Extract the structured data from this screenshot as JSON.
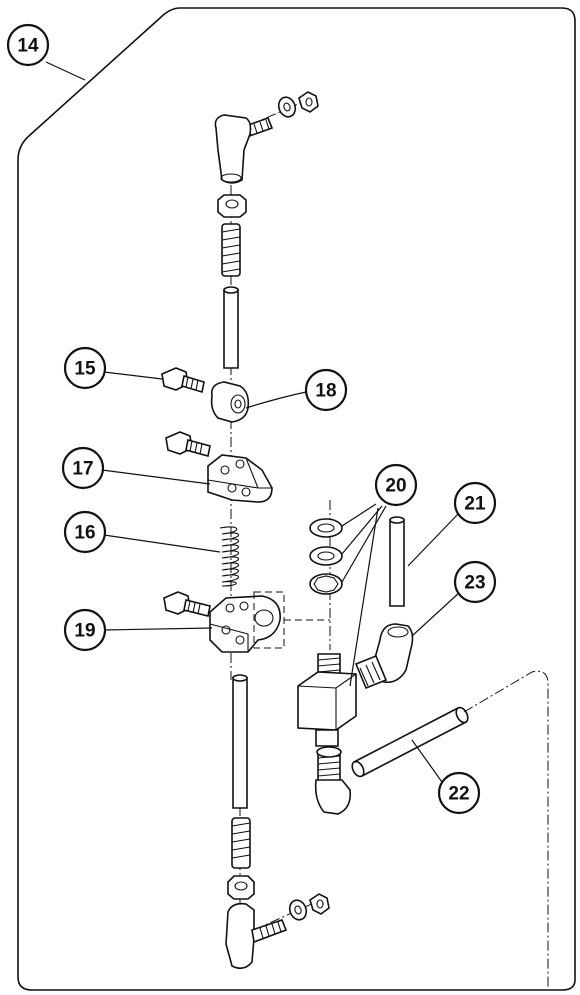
{
  "callouts": {
    "c14": "14",
    "c15": "15",
    "c16": "16",
    "c17": "17",
    "c18": "18",
    "c19": "19",
    "c20": "20",
    "c21": "21",
    "c22": "22",
    "c23": "23"
  }
}
